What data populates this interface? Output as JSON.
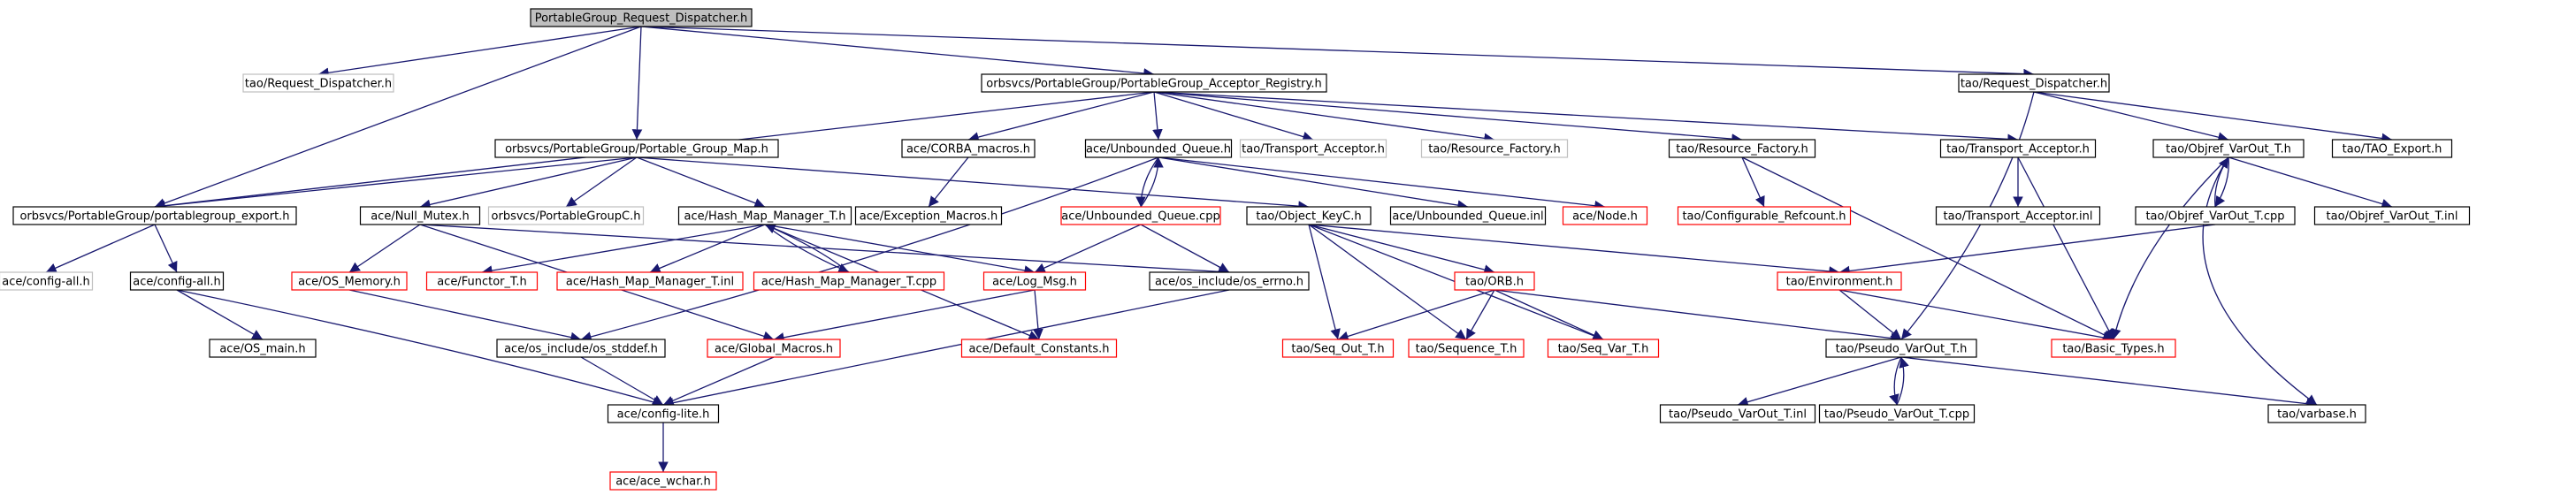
{
  "colors": {
    "edge": "#191970",
    "root_fill": "#bfbfbf",
    "normal_border": "#000000",
    "external_border": "#bfbfbf",
    "incomplete_border": "#ff0000",
    "text": "#000000"
  },
  "nodes": [
    {
      "id": "root",
      "label": "PortableGroup_Request_Dispatcher.h",
      "kind": "root"
    },
    {
      "id": "n_tao_rd1",
      "label": "tao/Request_Dispatcher.h",
      "kind": "external"
    },
    {
      "id": "n_reg",
      "label": "orbsvcs/PortableGroup/PortableGroup_Acceptor_Registry.h",
      "kind": "normal"
    },
    {
      "id": "n_tao_rd2",
      "label": "tao/Request_Dispatcher.h",
      "kind": "normal"
    },
    {
      "id": "n_pgmap",
      "label": "orbsvcs/PortableGroup/Portable_Group_Map.h",
      "kind": "normal"
    },
    {
      "id": "n_corba_macros",
      "label": "ace/CORBA_macros.h",
      "kind": "normal"
    },
    {
      "id": "n_unb_queue",
      "label": "ace/Unbounded_Queue.h",
      "kind": "normal"
    },
    {
      "id": "n_transport_acc_ext",
      "label": "tao/Transport_Acceptor.h",
      "kind": "external"
    },
    {
      "id": "n_resource_fac_ext",
      "label": "tao/Resource_Factory.h",
      "kind": "external"
    },
    {
      "id": "n_resource_fac",
      "label": "tao/Resource_Factory.h",
      "kind": "normal"
    },
    {
      "id": "n_transport_acc",
      "label": "tao/Transport_Acceptor.h",
      "kind": "normal"
    },
    {
      "id": "n_objref_varout_h",
      "label": "tao/Objref_VarOut_T.h",
      "kind": "normal"
    },
    {
      "id": "n_tao_export",
      "label": "tao/TAO_Export.h",
      "kind": "normal"
    },
    {
      "id": "n_pg_export",
      "label": "orbsvcs/PortableGroup/portablegroup_export.h",
      "kind": "normal"
    },
    {
      "id": "n_null_mutex",
      "label": "ace/Null_Mutex.h",
      "kind": "normal"
    },
    {
      "id": "n_pgc",
      "label": "orbsvcs/PortableGroupC.h",
      "kind": "external"
    },
    {
      "id": "n_hmm_t_h",
      "label": "ace/Hash_Map_Manager_T.h",
      "kind": "normal"
    },
    {
      "id": "n_exception_macros",
      "label": "ace/Exception_Macros.h",
      "kind": "normal"
    },
    {
      "id": "n_unb_queue_cpp",
      "label": "ace/Unbounded_Queue.cpp",
      "kind": "incomplete"
    },
    {
      "id": "n_object_keyc",
      "label": "tao/Object_KeyC.h",
      "kind": "normal"
    },
    {
      "id": "n_unb_queue_inl",
      "label": "ace/Unbounded_Queue.inl",
      "kind": "normal"
    },
    {
      "id": "n_node",
      "label": "ace/Node.h",
      "kind": "incomplete"
    },
    {
      "id": "n_conf_refcount",
      "label": "tao/Configurable_Refcount.h",
      "kind": "incomplete"
    },
    {
      "id": "n_transport_acc_inl",
      "label": "tao/Transport_Acceptor.inl",
      "kind": "normal"
    },
    {
      "id": "n_objref_varout_cpp",
      "label": "tao/Objref_VarOut_T.cpp",
      "kind": "normal"
    },
    {
      "id": "n_objref_varout_inl",
      "label": "tao/Objref_VarOut_T.inl",
      "kind": "normal"
    },
    {
      "id": "n_config_all_ext",
      "label": "ace/config-all.h",
      "kind": "external"
    },
    {
      "id": "n_config_all",
      "label": "ace/config-all.h",
      "kind": "normal"
    },
    {
      "id": "n_os_memory",
      "label": "ace/OS_Memory.h",
      "kind": "incomplete"
    },
    {
      "id": "n_functor",
      "label": "ace/Functor_T.h",
      "kind": "incomplete"
    },
    {
      "id": "n_hmm_t_inl",
      "label": "ace/Hash_Map_Manager_T.inl",
      "kind": "incomplete"
    },
    {
      "id": "n_hmm_t_cpp",
      "label": "ace/Hash_Map_Manager_T.cpp",
      "kind": "incomplete"
    },
    {
      "id": "n_log_msg",
      "label": "ace/Log_Msg.h",
      "kind": "incomplete"
    },
    {
      "id": "n_os_errno",
      "label": "ace/os_include/os_errno.h",
      "kind": "normal"
    },
    {
      "id": "n_orb",
      "label": "tao/ORB.h",
      "kind": "incomplete"
    },
    {
      "id": "n_environment",
      "label": "tao/Environment.h",
      "kind": "incomplete"
    },
    {
      "id": "n_os_main",
      "label": "ace/OS_main.h",
      "kind": "normal"
    },
    {
      "id": "n_os_stddef",
      "label": "ace/os_include/os_stddef.h",
      "kind": "normal"
    },
    {
      "id": "n_global_macros",
      "label": "ace/Global_Macros.h",
      "kind": "incomplete"
    },
    {
      "id": "n_default_constants",
      "label": "ace/Default_Constants.h",
      "kind": "incomplete"
    },
    {
      "id": "n_seq_out",
      "label": "tao/Seq_Out_T.h",
      "kind": "incomplete"
    },
    {
      "id": "n_sequence_t",
      "label": "tao/Sequence_T.h",
      "kind": "incomplete"
    },
    {
      "id": "n_seq_var",
      "label": "tao/Seq_Var_T.h",
      "kind": "incomplete"
    },
    {
      "id": "n_pseudo_varout_h",
      "label": "tao/Pseudo_VarOut_T.h",
      "kind": "normal"
    },
    {
      "id": "n_basic_types",
      "label": "tao/Basic_Types.h",
      "kind": "incomplete"
    },
    {
      "id": "n_config_lite",
      "label": "ace/config-lite.h",
      "kind": "normal"
    },
    {
      "id": "n_pseudo_varout_inl",
      "label": "tao/Pseudo_VarOut_T.inl",
      "kind": "normal"
    },
    {
      "id": "n_pseudo_varout_cpp",
      "label": "tao/Pseudo_VarOut_T.cpp",
      "kind": "normal"
    },
    {
      "id": "n_varbase",
      "label": "tao/varbase.h",
      "kind": "normal"
    },
    {
      "id": "n_ace_wchar",
      "label": "ace/ace_wchar.h",
      "kind": "incomplete"
    }
  ],
  "edges": [
    [
      "root",
      "n_tao_rd1"
    ],
    [
      "root",
      "n_reg"
    ],
    [
      "root",
      "n_tao_rd2"
    ],
    [
      "root",
      "n_pgmap"
    ],
    [
      "root",
      "n_pg_export"
    ],
    [
      "n_reg",
      "n_corba_macros"
    ],
    [
      "n_reg",
      "n_unb_queue"
    ],
    [
      "n_reg",
      "n_transport_acc_ext"
    ],
    [
      "n_reg",
      "n_resource_fac_ext"
    ],
    [
      "n_reg",
      "n_resource_fac"
    ],
    [
      "n_reg",
      "n_transport_acc"
    ],
    [
      "n_reg",
      "n_pg_export"
    ],
    [
      "n_tao_rd2",
      "n_objref_varout_h"
    ],
    [
      "n_tao_rd2",
      "n_tao_export"
    ],
    [
      "n_tao_rd2",
      "n_pseudo_varout_h"
    ],
    [
      "n_pgmap",
      "n_pg_export"
    ],
    [
      "n_pgmap",
      "n_null_mutex"
    ],
    [
      "n_pgmap",
      "n_pgc"
    ],
    [
      "n_pgmap",
      "n_hmm_t_h"
    ],
    [
      "n_pgmap",
      "n_object_keyc"
    ],
    [
      "n_corba_macros",
      "n_exception_macros"
    ],
    [
      "n_unb_queue",
      "n_unb_queue_cpp"
    ],
    [
      "n_unb_queue",
      "n_unb_queue_inl"
    ],
    [
      "n_unb_queue",
      "n_node"
    ],
    [
      "n_unb_queue",
      "n_os_stddef"
    ],
    [
      "n_unb_queue_cpp",
      "n_unb_queue"
    ],
    [
      "n_unb_queue_cpp",
      "n_log_msg"
    ],
    [
      "n_unb_queue_cpp",
      "n_os_errno"
    ],
    [
      "n_resource_fac",
      "n_conf_refcount"
    ],
    [
      "n_resource_fac",
      "n_basic_types"
    ],
    [
      "n_transport_acc",
      "n_transport_acc_inl"
    ],
    [
      "n_transport_acc",
      "n_basic_types"
    ],
    [
      "n_objref_varout_h",
      "n_objref_varout_cpp"
    ],
    [
      "n_objref_varout_h",
      "n_objref_varout_inl"
    ],
    [
      "n_objref_varout_h",
      "n_basic_types"
    ],
    [
      "n_objref_varout_h",
      "n_varbase"
    ],
    [
      "n_objref_varout_cpp",
      "n_objref_varout_h"
    ],
    [
      "n_objref_varout_cpp",
      "n_environment"
    ],
    [
      "n_pg_export",
      "n_config_all_ext"
    ],
    [
      "n_pg_export",
      "n_config_all"
    ],
    [
      "n_config_all",
      "n_os_main"
    ],
    [
      "n_config_all",
      "n_config_lite"
    ],
    [
      "n_null_mutex",
      "n_os_memory"
    ],
    [
      "n_null_mutex",
      "n_global_macros"
    ],
    [
      "n_null_mutex",
      "n_os_errno"
    ],
    [
      "n_os_memory",
      "n_os_stddef"
    ],
    [
      "n_hmm_t_h",
      "n_functor"
    ],
    [
      "n_hmm_t_h",
      "n_hmm_t_inl"
    ],
    [
      "n_hmm_t_h",
      "n_hmm_t_cpp"
    ],
    [
      "n_hmm_t_h",
      "n_log_msg"
    ],
    [
      "n_hmm_t_h",
      "n_default_constants"
    ],
    [
      "n_hmm_t_cpp",
      "n_hmm_t_h"
    ],
    [
      "n_log_msg",
      "n_global_macros"
    ],
    [
      "n_log_msg",
      "n_default_constants"
    ],
    [
      "n_object_keyc",
      "n_orb"
    ],
    [
      "n_object_keyc",
      "n_environment"
    ],
    [
      "n_object_keyc",
      "n_seq_out"
    ],
    [
      "n_object_keyc",
      "n_sequence_t"
    ],
    [
      "n_object_keyc",
      "n_seq_var"
    ],
    [
      "n_orb",
      "n_seq_out"
    ],
    [
      "n_orb",
      "n_sequence_t"
    ],
    [
      "n_orb",
      "n_seq_var"
    ],
    [
      "n_orb",
      "n_pseudo_varout_h"
    ],
    [
      "n_environment",
      "n_pseudo_varout_h"
    ],
    [
      "n_environment",
      "n_basic_types"
    ],
    [
      "n_os_stddef",
      "n_config_lite"
    ],
    [
      "n_global_macros",
      "n_config_lite"
    ],
    [
      "n_os_errno",
      "n_config_lite"
    ],
    [
      "n_pseudo_varout_h",
      "n_pseudo_varout_inl"
    ],
    [
      "n_pseudo_varout_h",
      "n_pseudo_varout_cpp"
    ],
    [
      "n_pseudo_varout_h",
      "n_varbase"
    ],
    [
      "n_pseudo_varout_cpp",
      "n_pseudo_varout_h"
    ],
    [
      "n_config_lite",
      "n_ace_wchar"
    ]
  ]
}
